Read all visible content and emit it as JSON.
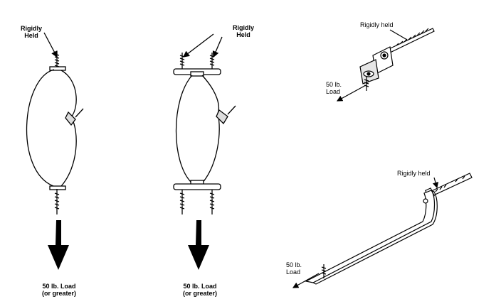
{
  "figures": {
    "left_bracket": {
      "callout_line1": "Rigidly",
      "callout_line2": "Held",
      "load_line1": "50 lb. Load",
      "load_line2": "(or greater)"
    },
    "middle_bracket": {
      "callout_line1": "Rigidly",
      "callout_line2": "Held",
      "load_line1": "50 lb. Load",
      "load_line2": "(or greater)"
    },
    "angle_bracket": {
      "callout": "Rigidly held",
      "load_line1": "50 lb.",
      "load_line2": "Load"
    },
    "long_strap": {
      "callout": "Rigidly held",
      "load_line1": "50 lb.",
      "load_line2": "Load"
    }
  },
  "colors": {
    "line": "#000000",
    "fill": "#ffffff",
    "shade": "#cfcfcf"
  }
}
